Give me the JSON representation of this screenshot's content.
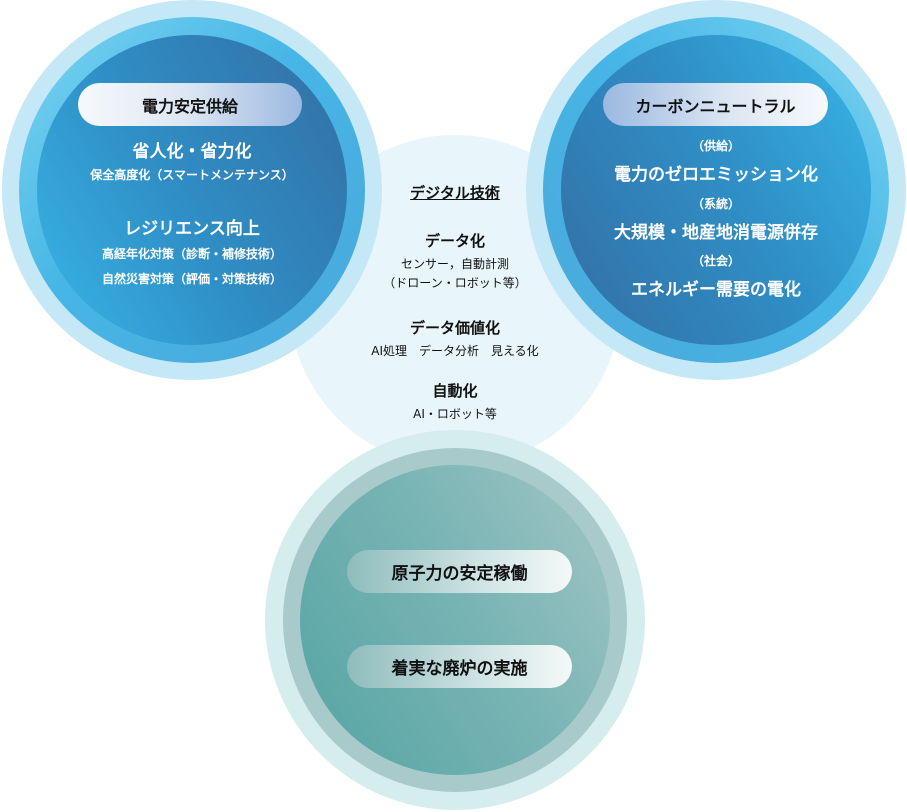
{
  "left_circle": {
    "pill": "電力安定供給",
    "heading1": "省人化・省力化",
    "sub1": "保全高度化（スマートメンテナンス）",
    "heading2": "レジリエンス向上",
    "sub2a": "高経年化対策（診断・補修技術）",
    "sub2b": "自然災害対策（評価・対策技術）"
  },
  "right_circle": {
    "pill": "カーボンニュートラル",
    "label1": "（供給）",
    "heading1": "電力のゼロエミッション化",
    "label2": "（系統）",
    "heading2": "大規模・地産地消電源併存",
    "label3": "（社会）",
    "heading3": "エネルギー需要の電化"
  },
  "center_circle": {
    "title": "デジタル技術",
    "item1_heading": "データ化",
    "item1_line1": "センサー，自動計測",
    "item1_line2": "（ドローン・ロボット等）",
    "item2_heading": "データ価値化",
    "item2_line1": "AI処理　データ分析　見える化",
    "item3_heading": "自動化",
    "item3_line1": "AI・ロボット等"
  },
  "bottom_circle": {
    "pill1": "原子力の安定稼働",
    "pill2": "着実な廃炉の実施"
  },
  "colors": {
    "blue_outer": "#c5e8f6",
    "blue_inner": "#2f8fc6",
    "teal_outer": "#d6eded",
    "teal_inner": "#6fb0b0",
    "center_bg": "#e8f5fb"
  }
}
